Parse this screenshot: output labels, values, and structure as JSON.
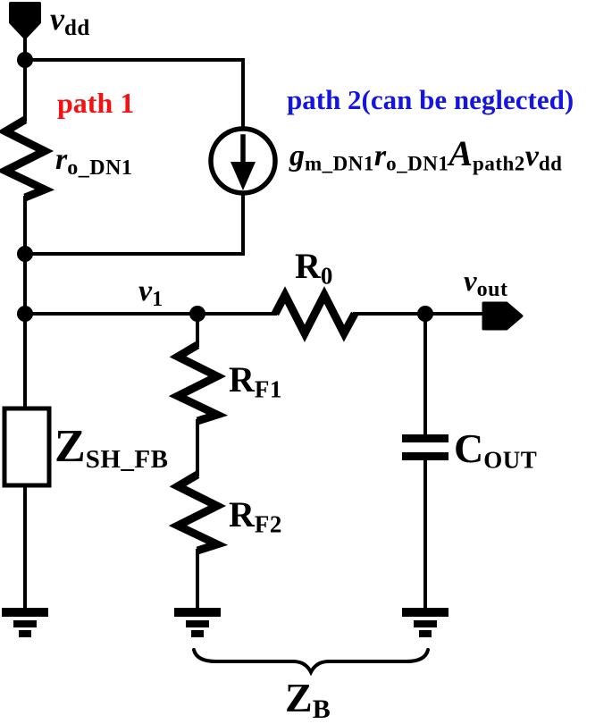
{
  "figure": {
    "type": "circuit-schematic",
    "background": "#ffffff",
    "ink_color": "#000000",
    "annotations": {
      "path1": {
        "text": "path 1",
        "color": "#f80f0f"
      },
      "path2": {
        "text": "path 2(can be neglected)",
        "color": "#1515e0"
      }
    }
  },
  "labels": {
    "vdd": {
      "base": "v",
      "sub": "dd"
    },
    "ro_dn1": {
      "base": "r",
      "sub": "o_DN1"
    },
    "v1": {
      "base": "v",
      "sub": "1"
    },
    "r0": {
      "base": "R",
      "sub": "0"
    },
    "vout": {
      "base": "v",
      "sub": "out"
    },
    "rf1": {
      "base": "R",
      "sub": "F1"
    },
    "rf2": {
      "base": "R",
      "sub": "F2"
    },
    "zsh_fb": {
      "base": "Z",
      "sub": "SH_FB"
    },
    "cout": {
      "base": "C",
      "sub": "OUT"
    },
    "zb": {
      "base": "Z",
      "sub": "B"
    }
  },
  "current_source": {
    "segments": [
      {
        "base": "g",
        "sub": "m_DN1"
      },
      {
        "base": "r",
        "sub": "o_DN1"
      },
      {
        "base": "A",
        "sub": "path2"
      },
      {
        "base": "v",
        "sub": "dd"
      }
    ]
  },
  "components": [
    {
      "name": "vdd-supply",
      "label_ref": "vdd"
    },
    {
      "name": "resistor-ro-dn1",
      "label_ref": "ro_dn1"
    },
    {
      "name": "current-source-gm",
      "label_ref": "current_source"
    },
    {
      "name": "impedance-zsh-fb",
      "label_ref": "zsh_fb"
    },
    {
      "name": "resistor-r0",
      "label_ref": "r0"
    },
    {
      "name": "resistor-rf1",
      "label_ref": "rf1"
    },
    {
      "name": "resistor-rf2",
      "label_ref": "rf2"
    },
    {
      "name": "capacitor-cout",
      "label_ref": "cout"
    },
    {
      "name": "output-port-vout",
      "label_ref": "vout"
    },
    {
      "name": "node-v1",
      "label_ref": "v1"
    },
    {
      "name": "brace-zb",
      "label_ref": "zb"
    },
    {
      "name": "ground",
      "count": 3
    }
  ]
}
